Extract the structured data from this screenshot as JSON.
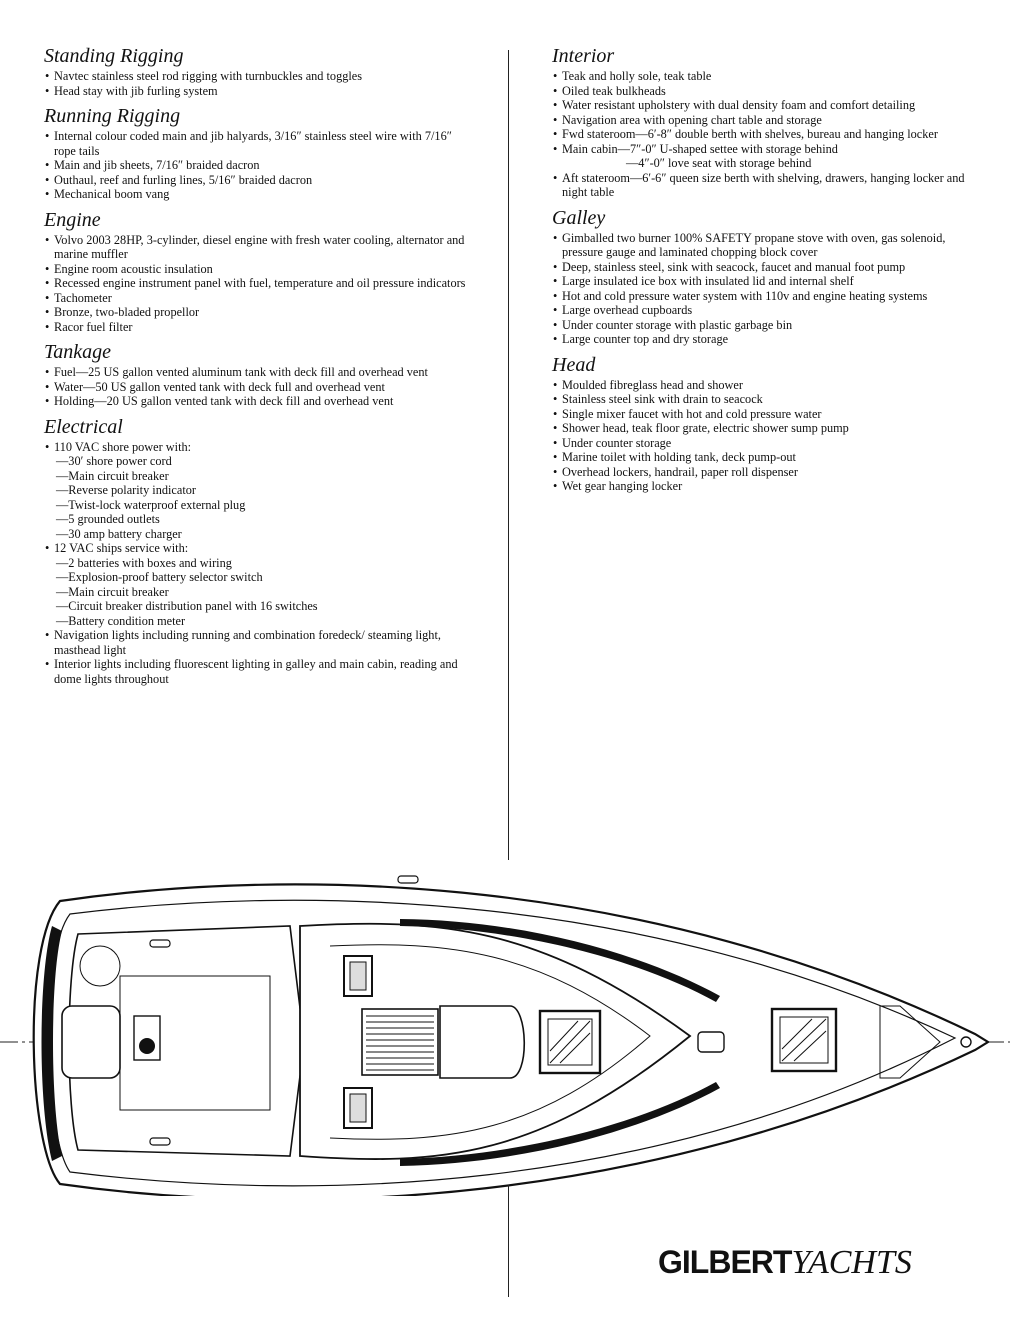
{
  "left": {
    "sections": [
      {
        "title": "Standing Rigging",
        "items": [
          "Navtec stainless steel rod rigging with turnbuckles and toggles",
          "Head stay with jib furling system"
        ]
      },
      {
        "title": "Running Rigging",
        "items": [
          "Internal colour coded main and jib halyards, 3/16″ stainless steel wire with 7/16″ rope tails",
          "Main and jib sheets, 7/16″ braided dacron",
          "Outhaul, reef and furling lines, 5/16″ braided dacron",
          "Mechanical boom vang"
        ]
      },
      {
        "title": "Engine",
        "items": [
          "Volvo 2003 28HP, 3-cylinder, diesel engine with fresh water cooling, alternator and marine muffler",
          "Engine room acoustic insulation",
          "Recessed engine instrument panel with fuel, temperature and oil pressure indicators",
          "Tachometer",
          "Bronze, two-bladed propellor",
          "Racor fuel filter"
        ]
      },
      {
        "title": "Tankage",
        "items": [
          "Fuel—25 US gallon vented aluminum tank with deck fill and overhead vent",
          "Water—50 US gallon vented tank with deck full and overhead vent",
          "Holding—20 US gallon vented tank with deck fill and overhead vent"
        ]
      },
      {
        "title": "Electrical",
        "items": [
          "110 VAC shore power with:",
          "—30′ shore power cord",
          "—Main circuit breaker",
          "—Reverse polarity indicator",
          "—Twist-lock waterproof external plug",
          "—5 grounded outlets",
          "—30 amp battery charger",
          "12 VAC ships service with:",
          "—2 batteries with boxes and wiring",
          "—Explosion-proof battery selector switch",
          "—Main circuit breaker",
          "—Circuit breaker distribution panel with 16 switches",
          "—Battery condition meter",
          "Navigation lights including running and combination foredeck/ steaming light, masthead light",
          "Interior lights including fluorescent lighting in galley and main cabin, reading and dome lights throughout"
        ]
      }
    ]
  },
  "right": {
    "sections": [
      {
        "title": "Interior",
        "items": [
          "Teak and holly sole, teak table",
          "Oiled teak bulkheads",
          "Water resistant upholstery with dual density foam and comfort detailing",
          "Navigation area with opening chart table and storage",
          "Fwd stateroom—6′-8″ double berth with shelves, bureau and hanging locker",
          "Main cabin—7″-0″ U-shaped settee with storage behind",
          "—4″-0″ love seat with storage behind",
          "Aft stateroom—6′-6″ queen size berth with shelving, drawers, hanging locker and night table"
        ]
      },
      {
        "title": "Galley",
        "items": [
          "Gimballed two burner 100% SAFETY propane stove with oven, gas solenoid, pressure gauge and laminated chopping block cover",
          "Deep, stainless steel, sink with seacock, faucet and manual foot pump",
          "Large insulated ice box with insulated lid and internal shelf",
          "Hot and cold pressure water system with 110v and engine heating systems",
          "Large overhead cupboards",
          "Under counter storage with plastic garbage bin",
          "Large counter top and dry storage"
        ]
      },
      {
        "title": "Head",
        "items": [
          "Moulded fibreglass head and shower",
          "Stainless steel sink with drain to seacock",
          "Single mixer faucet with hot and cold pressure water",
          "Shower head, teak floor grate, electric shower sump pump",
          "Under counter storage",
          "Marine toilet with holding tank, deck pump-out",
          "Overhead lockers, handrail, paper roll dispenser",
          "Wet gear hanging locker"
        ]
      }
    ]
  },
  "brand": {
    "bold": "GILBERT",
    "italic": "YACHTS"
  }
}
